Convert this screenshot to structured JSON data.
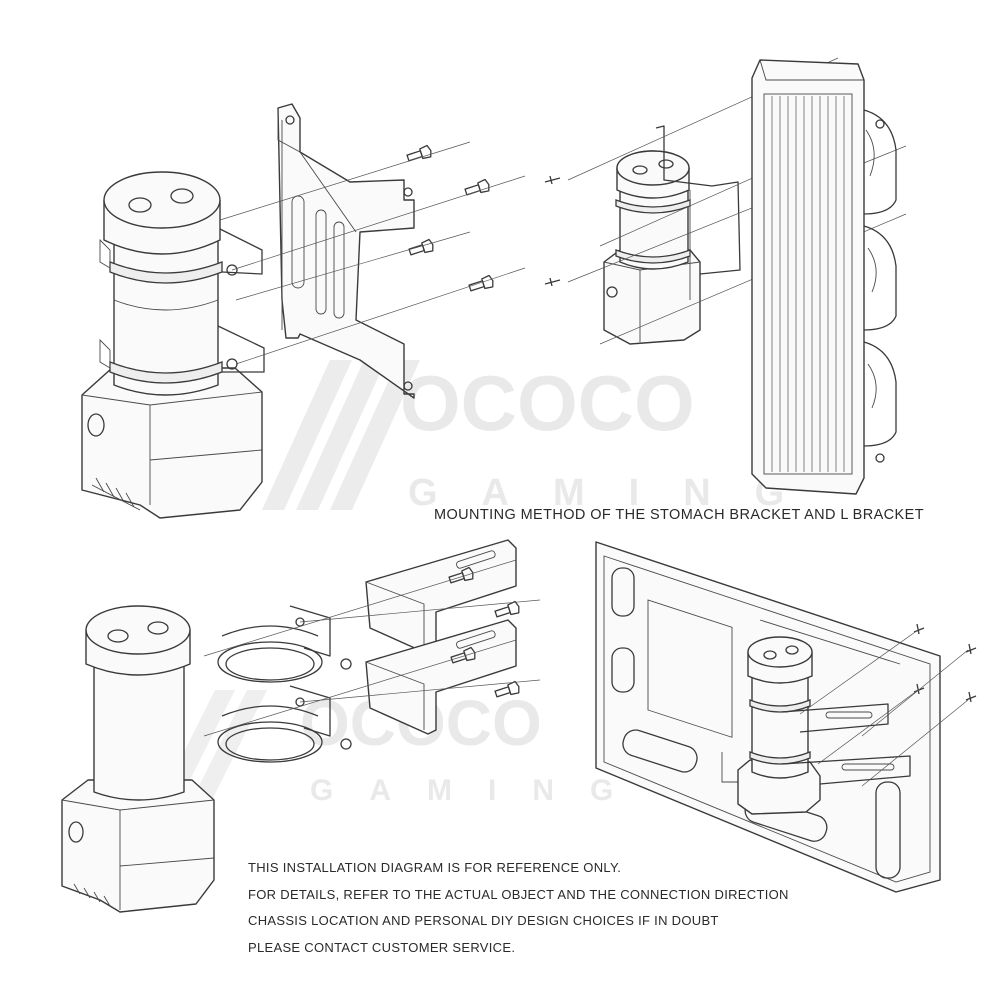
{
  "watermark": {
    "word": "OCOCO",
    "sub": "GAMING"
  },
  "caption": "MOUNTING METHOD OF THE STOMACH BRACKET AND L BRACKET",
  "notes": [
    "THIS INSTALLATION DIAGRAM IS FOR REFERENCE ONLY.",
    "FOR DETAILS, REFER TO THE ACTUAL OBJECT AND THE CONNECTION DIRECTION",
    "CHASSIS LOCATION AND PERSONAL DIY DESIGN CHOICES IF IN DOUBT",
    "PLEASE CONTACT CUSTOMER SERVICE."
  ]
}
